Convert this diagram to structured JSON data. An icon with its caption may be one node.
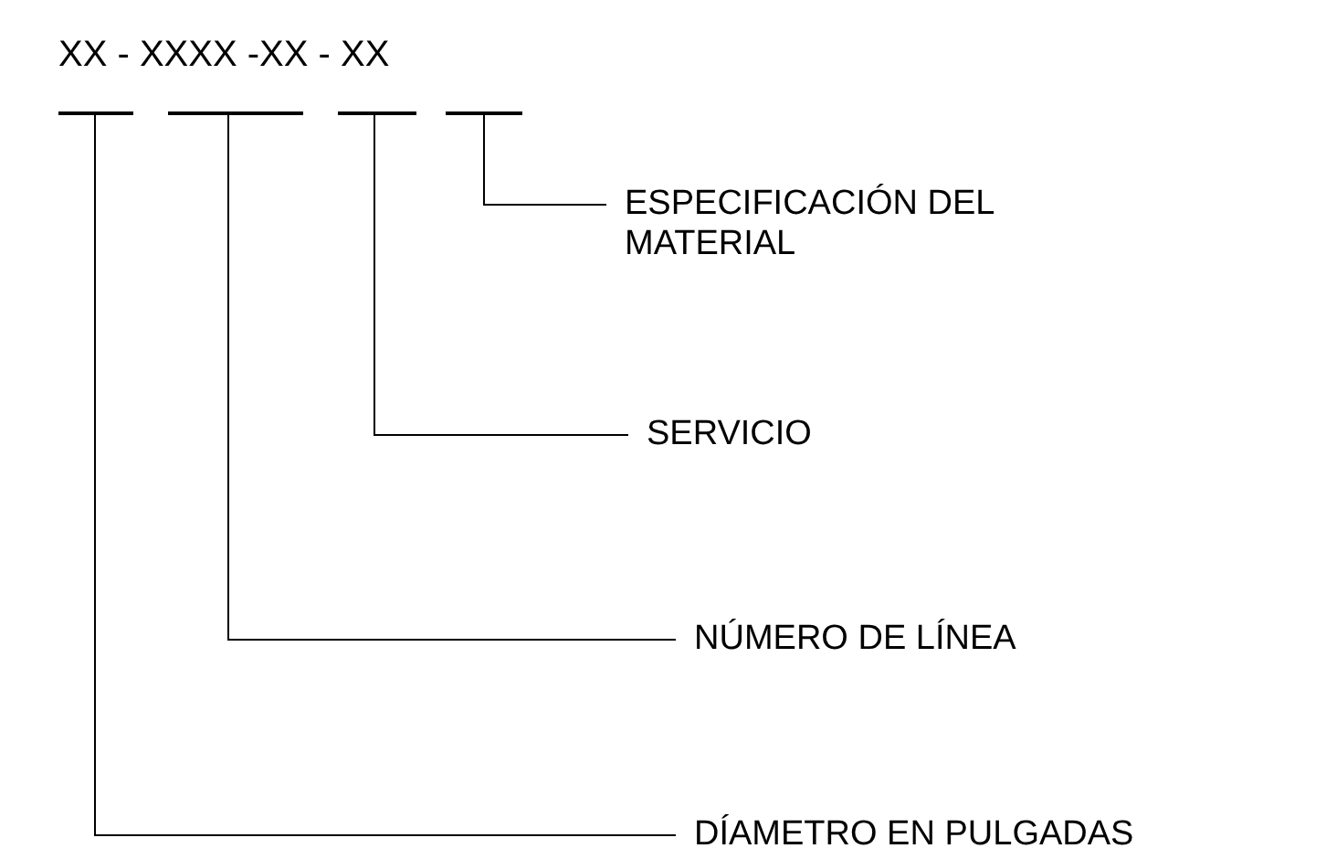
{
  "diagram": {
    "nodes": [
      {
        "text": [],
        "shape": "bar"
      },
      {
        "text": [],
        "shape": "bar"
      },
      {
        "text": [],
        "shape": "bar"
      },
      {
        "text": [],
        "shape": "bar"
      },
      {
        "text": [
          "ESPECIFICACIÓN DEL MATERIAL"
        ]
      },
      {
        "text": [
          "SERVICIO"
        ]
      },
      {
        "text": [
          "NÚMERO DE LÍNEA"
        ]
      },
      {
        "text": [
          "DÍAMETRO EN PULGADAS"
        ]
      }
    ],
    "edges": [
      {
        "from": 4,
        "to": 3,
        "arrow": "none"
      },
      {
        "from": 5,
        "to": 2,
        "arrow": "none"
      },
      {
        "from": 6,
        "to": 1,
        "arrow": "none"
      },
      {
        "from": 7,
        "to": 0,
        "arrow": "none"
      }
    ],
    "labels": [
      "XX - XXXX -XX - XX"
    ]
  }
}
